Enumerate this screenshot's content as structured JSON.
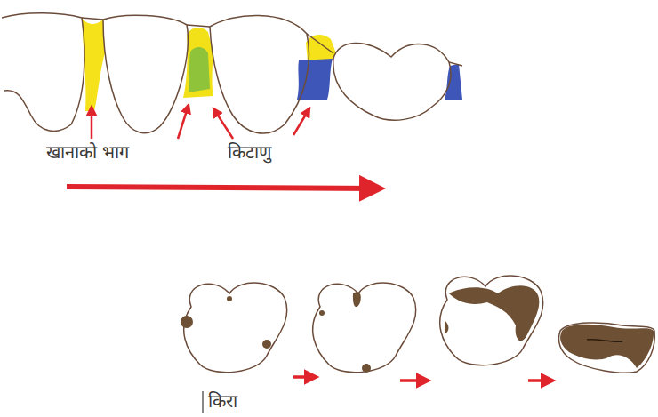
{
  "diagram": {
    "labels": [
      "खानाको भाग",
      "किटाणु",
      "किरा"
    ]
  }
}
